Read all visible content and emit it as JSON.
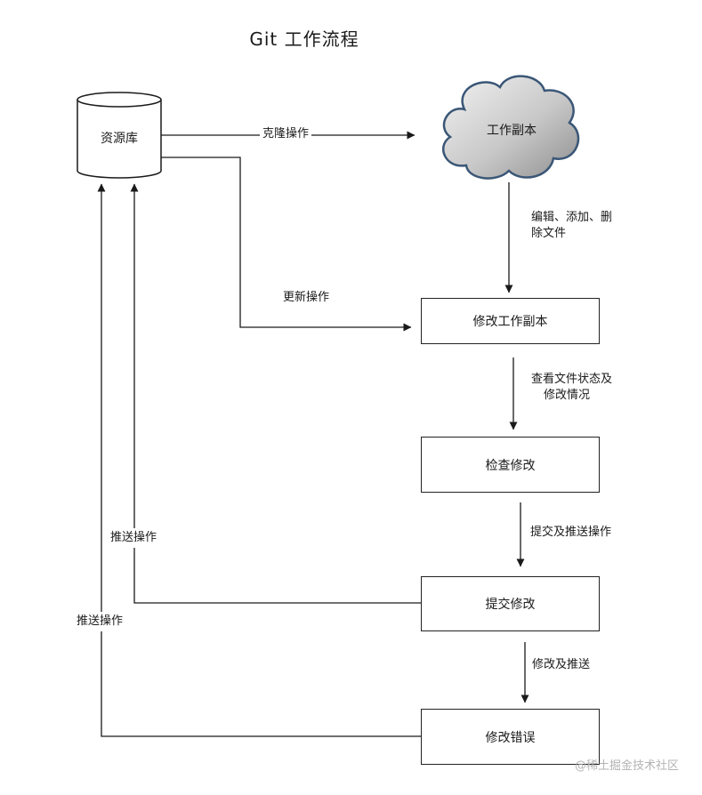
{
  "title": "Git 工作流程",
  "nodes": {
    "repository": "资源库",
    "working_copy": "工作副本",
    "modify_working_copy": "修改工作副本",
    "review_changes": "检查修改",
    "commit_changes": "提交修改",
    "fix_errors": "修改错误"
  },
  "edges": {
    "clone": "克隆操作",
    "update": "更新操作",
    "edit_files": [
      "编辑、添加、删",
      "除文件"
    ],
    "check_status": [
      "查看文件状态及",
      "修改情况"
    ],
    "commit_push": "提交及推送操作",
    "fix_push": "修改及推送",
    "push_from_commit": "推送操作",
    "push_from_fix": "推送操作"
  },
  "watermark": "@稀土掘金技术社区"
}
